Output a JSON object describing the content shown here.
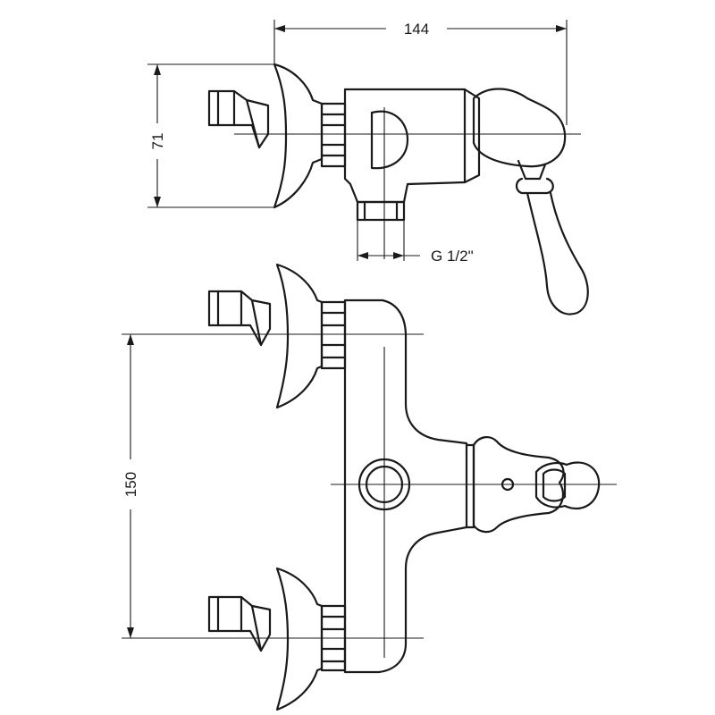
{
  "dimensions": {
    "overall_depth": "144",
    "height": "71",
    "centres": "150",
    "connection_thread": "G 1/2\""
  },
  "views": [
    "side-view",
    "front-view"
  ],
  "line_color": "#1a1a1a",
  "background_color": "#ffffff"
}
